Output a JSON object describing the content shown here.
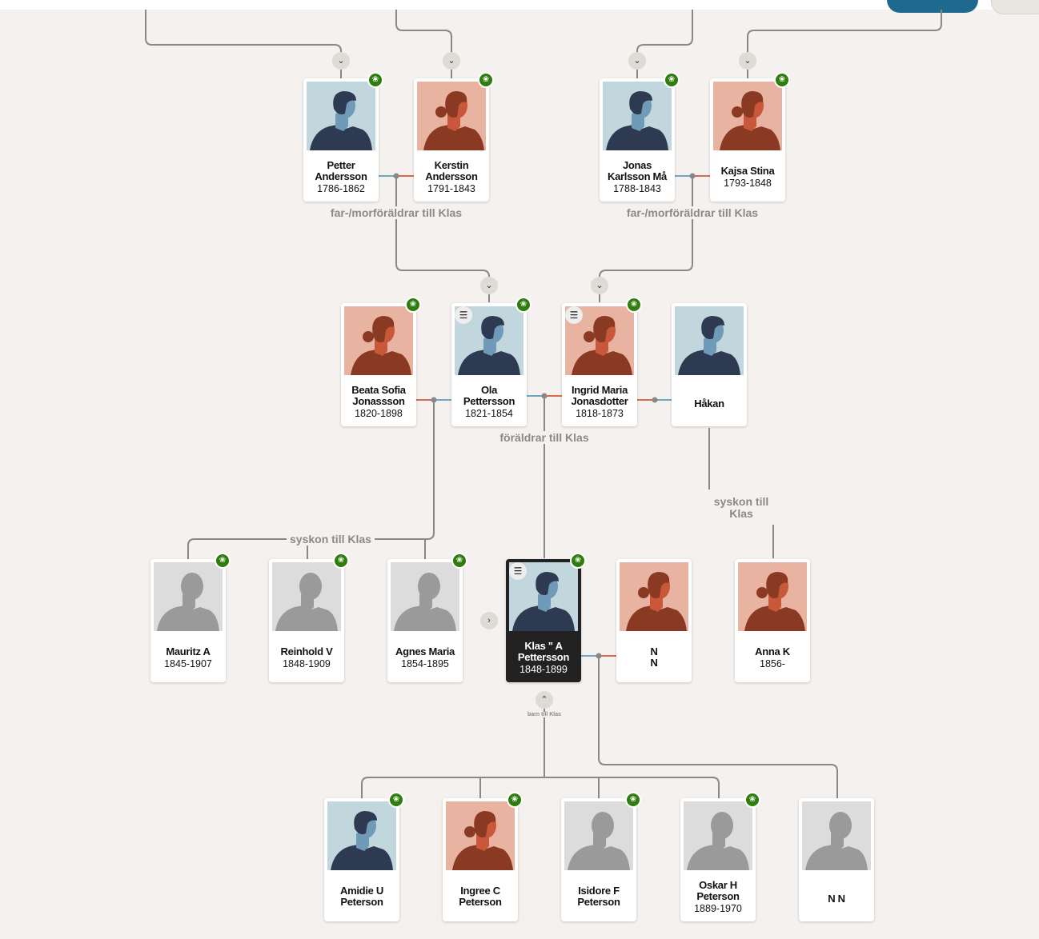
{
  "labels": {
    "grandparents_left": "far-/morföräldrar till Klas",
    "grandparents_right": "far-/morföräldrar till Klas",
    "parents": "föräldrar till Klas",
    "siblings_left": "syskon till Klas",
    "siblings_right_1": "syskon till",
    "siblings_right_2": "Klas",
    "children": "barn till Klas"
  },
  "icons": {
    "hint": "leaf-hint-icon",
    "list": "list-icon",
    "expand_down": "chevron-down-icon",
    "expand_up": "chevron-up-icon",
    "expand_right": "chevron-right-icon"
  },
  "colors": {
    "background": "#f4f1ee",
    "male_bg": "#c2d6de",
    "female_bg": "#e8b3a0",
    "unknown_bg": "#dcdcdc",
    "hint_green": "#2e7d0e",
    "focus_card": "#222222"
  },
  "people": {
    "petter": {
      "name1": "Petter",
      "name2": "Andersson",
      "dates": "1786-1862",
      "gender": "male"
    },
    "kerstin": {
      "name1": "Kerstin",
      "name2": "Andersson",
      "dates": "1791-1843",
      "gender": "female"
    },
    "jonas": {
      "name1": "Jonas",
      "name2": "Karlsson Må",
      "dates": "1788-1843",
      "gender": "male"
    },
    "kajsa": {
      "name1": "Kajsa Stina",
      "name2": "",
      "dates": "1793-1848",
      "gender": "female"
    },
    "beata": {
      "name1": "Beata Sofia",
      "name2": "Jonassson",
      "dates": "1820-1898",
      "gender": "female"
    },
    "ola": {
      "name1": "Ola",
      "name2": "Pettersson",
      "dates": "1821-1854",
      "gender": "male"
    },
    "ingrid": {
      "name1": "Ingrid Maria",
      "name2": "Jonasdotter",
      "dates": "1818-1873",
      "gender": "female"
    },
    "hakan": {
      "name1": "Håkan",
      "name2": "",
      "dates": "",
      "gender": "male"
    },
    "mauritz": {
      "name1": "Mauritz A",
      "name2": "",
      "dates": "1845-1907",
      "gender": "unknown"
    },
    "reinhold": {
      "name1": "Reinhold V",
      "name2": "",
      "dates": "1848-1909",
      "gender": "unknown"
    },
    "agnes": {
      "name1": "Agnes Maria",
      "name2": "",
      "dates": "1854-1895",
      "gender": "unknown"
    },
    "klas": {
      "name1": "Klas \" A",
      "name2": "Pettersson",
      "dates": "1848-1899",
      "gender": "male"
    },
    "nn_wife": {
      "name1": "N",
      "name2": "N",
      "dates": "",
      "gender": "female"
    },
    "anna": {
      "name1": "Anna K",
      "name2": "",
      "dates": "1856-",
      "gender": "female"
    },
    "amidie": {
      "name1": "Amidie U",
      "name2": "Peterson",
      "dates": "",
      "gender": "male"
    },
    "ingree": {
      "name1": "Ingree C",
      "name2": "Peterson",
      "dates": "",
      "gender": "female"
    },
    "isidore": {
      "name1": "Isidore F",
      "name2": "Peterson",
      "dates": "",
      "gender": "unknown"
    },
    "oskar": {
      "name1": "Oskar H",
      "name2": "Peterson",
      "dates": "1889-1970",
      "gender": "unknown"
    },
    "nn_child": {
      "name1": "N N",
      "name2": "",
      "dates": "",
      "gender": "unknown"
    }
  }
}
